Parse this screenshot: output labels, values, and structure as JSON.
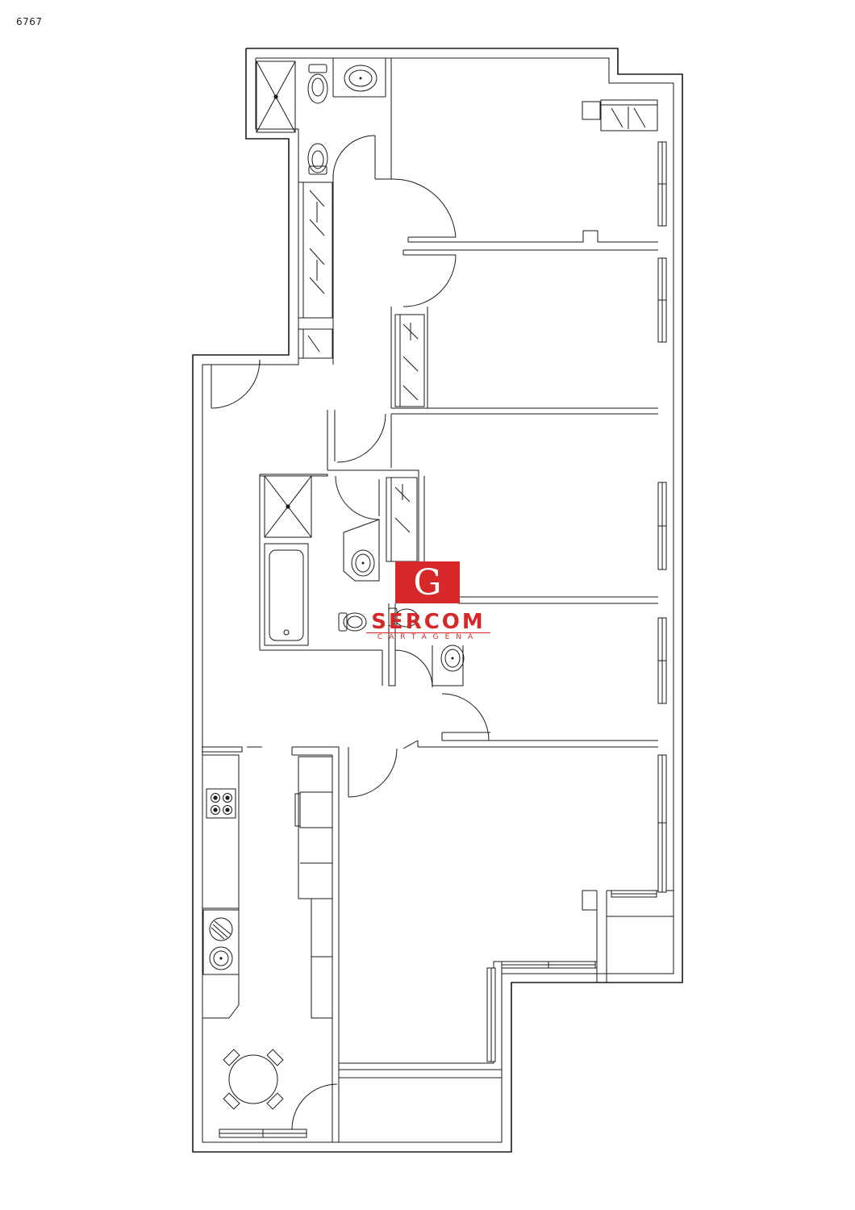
{
  "reference": {
    "code": "6767"
  },
  "logo": {
    "mark": "G",
    "name": "SERCOM",
    "subtitle": "CARTAGENA",
    "color": "#d62828"
  },
  "colors": {
    "line": "#1a1a1a",
    "background": "#ffffff"
  }
}
